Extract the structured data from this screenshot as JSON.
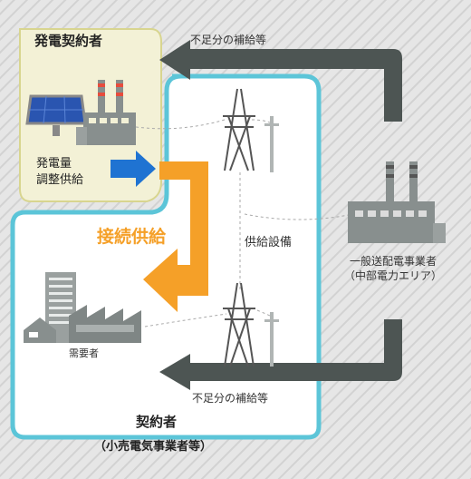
{
  "colors": {
    "background_hatch": "#dcdcdc",
    "generator_box": "#f3f1d6",
    "generator_border": "#dcd99a",
    "contractor_border": "#5cc5d8",
    "contractor_fill": "#ffffff",
    "dark_arrow": "#4d5553",
    "supply_arrow": "#f5a028",
    "adjust_arrow": "#1f73d2",
    "grey_icon": "#888f8e"
  },
  "generation_contractor": {
    "title": "発電契約者",
    "adjustment_label": "発電量\n調整供給",
    "icons": [
      "solar-panel-icon",
      "power-plant-icon"
    ]
  },
  "shortfall_top": "不足分の補給等",
  "shortfall_bottom": "不足分の補給等",
  "connection_supply": "接続供給",
  "supply_equipment": "供給設備",
  "transmission_operator": {
    "label": "一般送配電事業者\n（中部電力エリア）",
    "icon": "factory-icon"
  },
  "consumer": {
    "label": "需要者",
    "icons": [
      "office-building-icon",
      "factory-icon"
    ]
  },
  "contractor": {
    "title": "契約者",
    "subtitle": "（小売電気事業者等）"
  },
  "infrastructure_icons": [
    "transmission-tower-icon",
    "utility-pole-icon"
  ]
}
